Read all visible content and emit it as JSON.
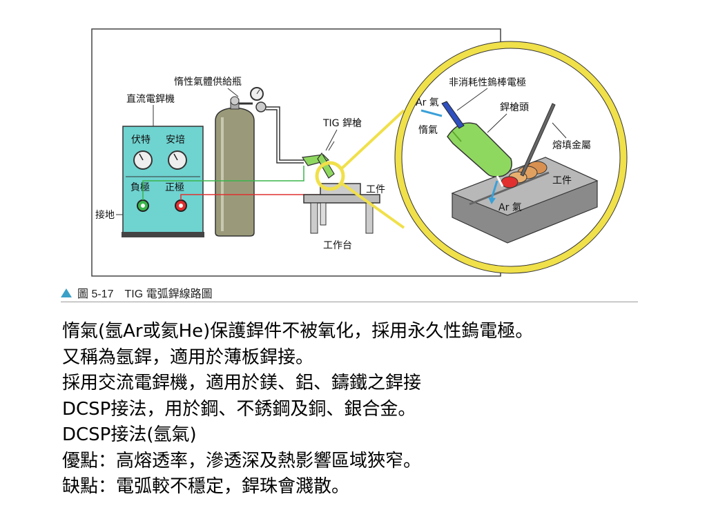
{
  "figure": {
    "labels": {
      "gas_bottle": "惰性氣體供給瓶",
      "dc_welder": "直流電銲機",
      "volt": "伏特",
      "amp": "安培",
      "negative": "負極",
      "positive": "正極",
      "ground": "接地",
      "tig_torch": "TIG 銲槍",
      "workpiece": "工件",
      "workbench": "工作台",
      "electrode": "非消耗性鎢棒電極",
      "ar_gas_top": "Ar 氣",
      "inert_gas": "惰氣",
      "torch_head": "銲槍頭",
      "filler_metal": "熔填金屬",
      "zoom_workpiece": "工件",
      "ar_gas_bottom": "Ar 氣"
    }
  },
  "caption": "圖 5-17　TIG 電弧銲線路圖",
  "body_lines": [
    "惰氣(氬Ar或氦He)保護銲件不被氧化，採用永久性鎢電極。",
    "又稱為氬銲，適用於薄板銲接。",
    "採用交流電銲機，適用於鎂、鋁、鑄鐵之銲接",
    "DCSP接法，用於鋼、不銹鋼及銅、銀合金。",
    "DCSP接法(氬氣)",
    "優點：高熔透率，滲透深及熱影響區域狹窄。",
    "缺點：電弧較不穩定，銲珠會濺散。"
  ],
  "colors": {
    "machine": "#6fd3d0",
    "bottle": "#9a9a7a",
    "callout": "#f0e04a",
    "torch": "#8fd860",
    "wire_green": "#39b54a",
    "wire_red": "#e03030",
    "shield_gas": "#3aa0d8"
  }
}
